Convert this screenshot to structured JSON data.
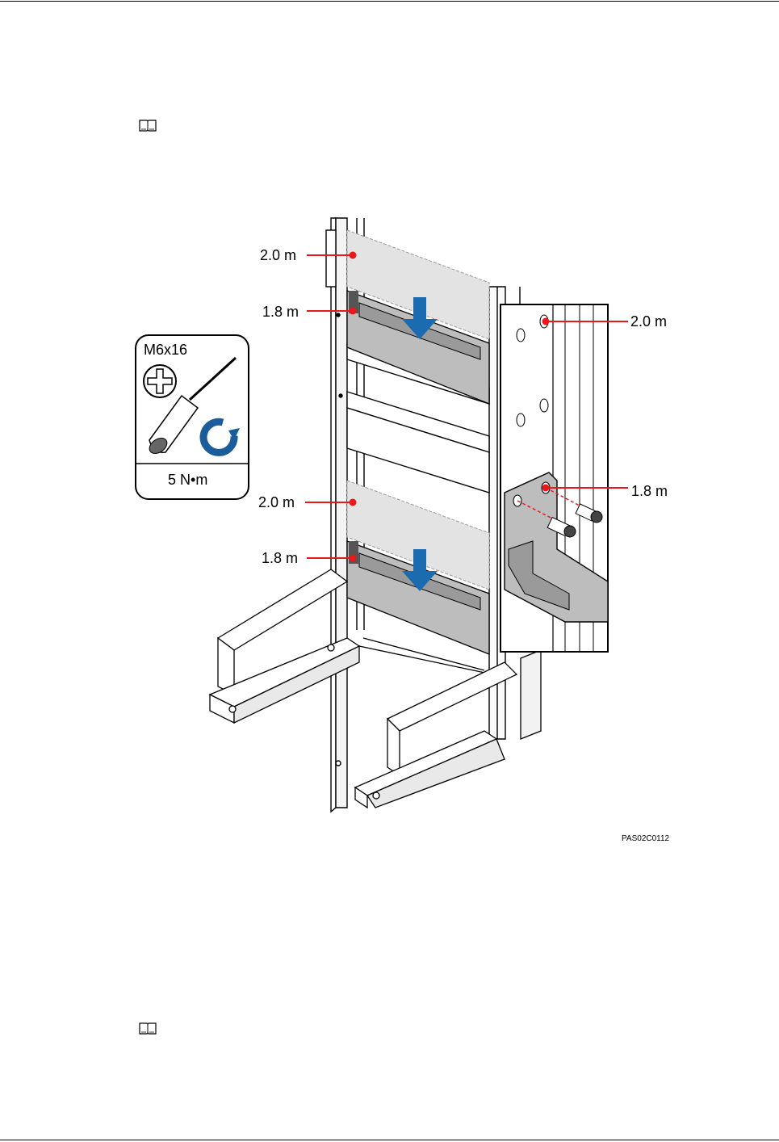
{
  "figure": {
    "labels": {
      "top_2_0": "2.0 m",
      "top_1_8": "1.8 m",
      "mid_2_0": "2.0 m",
      "mid_1_8": "1.8 m",
      "detail_2_0": "2.0 m",
      "detail_1_8": "1.8 m"
    },
    "tool_box": {
      "screw_spec": "M6x16",
      "torque": "5 N•m"
    },
    "figure_id": "PAS02C0112"
  },
  "icons": {
    "note_1": "note-book-icon",
    "note_2": "note-book-icon",
    "screwdriver": "screwdriver-icon",
    "phillips": "phillips-head-icon",
    "rotate": "clockwise-rotate-icon",
    "arrow": "down-arrow-icon"
  },
  "colors": {
    "callout_red": "#e8191d",
    "arrow_blue": "#1b6bb0",
    "rotate_blue": "#1a5d9a",
    "rail_gray": "#bdbdbd",
    "rail_light": "#e3e3e3"
  }
}
